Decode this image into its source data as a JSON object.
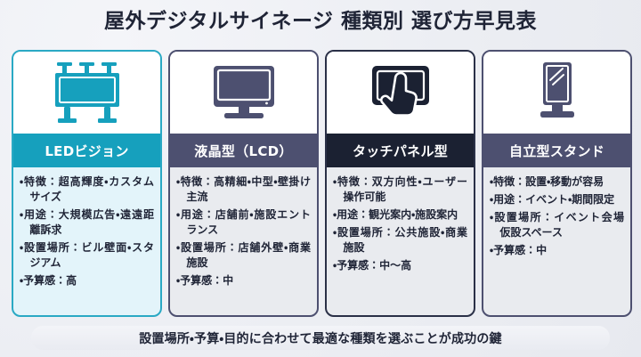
{
  "header": {
    "title": "屋外デジタルサイネージ 種類別 選び方早見表"
  },
  "colors": {
    "page_background": "#eceef3",
    "title_text": "#1f2436",
    "accent_teal": "#16a0bd",
    "accent_teal_border": "#2aa9c4",
    "accent_teal_body": "#e3f4fa",
    "accent_slate": "#4d5070",
    "accent_navy": "#1b2132",
    "card_body_gray": "#e9ebef",
    "footer_background": "#eef0f5"
  },
  "cards": [
    {
      "id": "led-vision",
      "icon": "billboard-icon",
      "icon_color": "#16a0bd",
      "title": "LEDビジョン",
      "accent": "teal",
      "bullets": [
        "・特徴：超高輝度・カスタムサイズ",
        "・用途：大規模広告・遠遠距離訴求",
        "・設置場所：ビル壁面・スタジアム",
        "・予算感：高"
      ]
    },
    {
      "id": "lcd",
      "icon": "monitor-icon",
      "icon_color": "#4d5070",
      "title": "液晶型（LCD）",
      "accent": "slate",
      "bullets": [
        "・特徴：高精細・中型・壁掛け主流",
        "・用途：店舗前・施設エントランス",
        "・設置場所：店舗外壁・商業施設",
        "・予算感：中"
      ]
    },
    {
      "id": "touch-panel",
      "icon": "touch-hand-icon",
      "icon_color": "#1b2132",
      "title": "タッチパネル型",
      "accent": "navy",
      "bullets": [
        "・特徴：双方向性・ユーザー操作可能",
        "・用途：観光案内・施設案内",
        "・設置場所：公共施設・商業施設",
        "・予算感：中〜高"
      ]
    },
    {
      "id": "free-standing",
      "icon": "standing-kiosk-icon",
      "icon_color": "#4d5070",
      "title": "自立型スタンド",
      "accent": "slate2",
      "bullets": [
        "・特徴：設置・移動が容易",
        "・用途：イベント・期間限定",
        "・設置場所：イベント会場　仮設スペース",
        "・予算感：中"
      ]
    }
  ],
  "footer": {
    "message": "設置場所・予算・目的に合わせて最適な種類を選ぶことが成功の鍵"
  }
}
